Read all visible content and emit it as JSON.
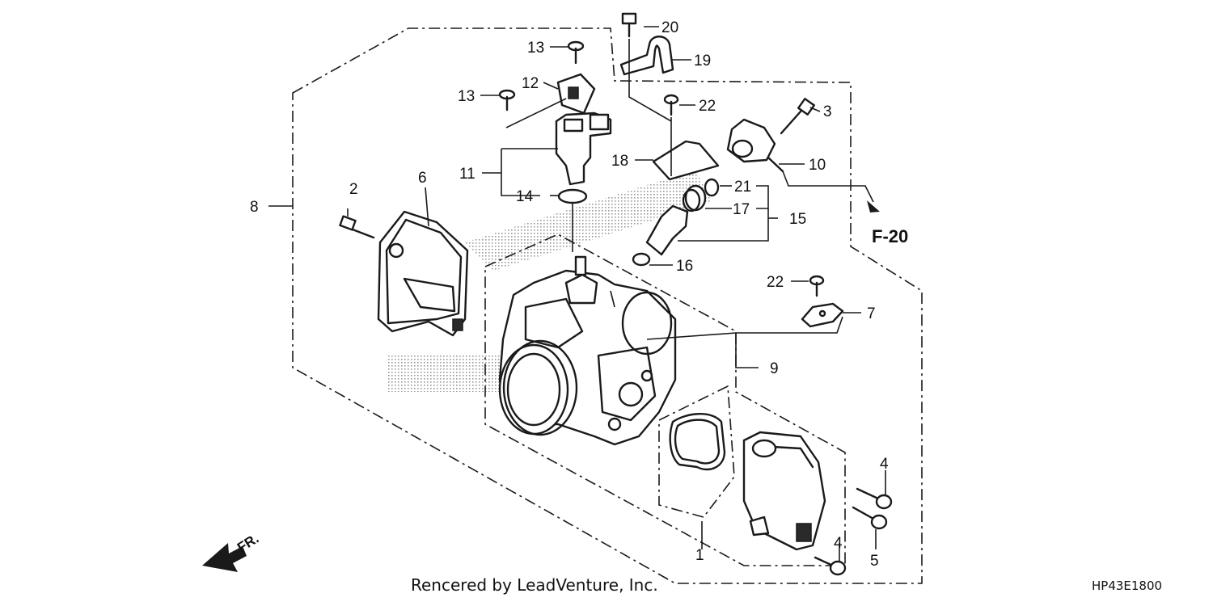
{
  "labels": {
    "l1": "1",
    "l2": "2",
    "l3": "3",
    "l4a": "4",
    "l4b": "4",
    "l5": "5",
    "l6": "6",
    "l7": "7",
    "l8": "8",
    "l9": "9",
    "l10": "10",
    "l11": "11",
    "l12": "12",
    "l13a": "13",
    "l13b": "13",
    "l14": "14",
    "l15": "15",
    "l16": "16",
    "l17": "17",
    "l18": "18",
    "l19": "19",
    "l20": "20",
    "l21": "21",
    "l22a": "22",
    "l22b": "22"
  },
  "reference": "F-20",
  "direction": "FR.",
  "credit": "Rencered by LeadVenture, Inc.",
  "diagram_code": "HP43E1800"
}
